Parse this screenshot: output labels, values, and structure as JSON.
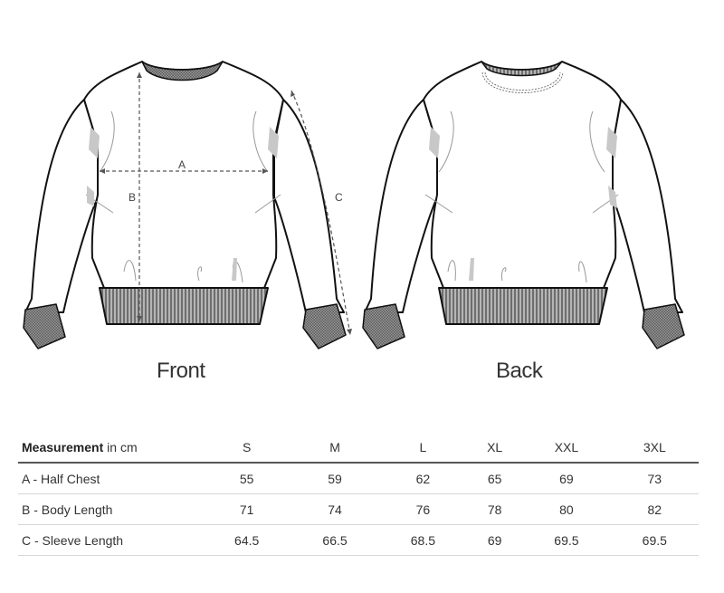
{
  "views": {
    "front_label": "Front",
    "back_label": "Back"
  },
  "dimensions": {
    "a": "A",
    "b": "B",
    "c": "C"
  },
  "table": {
    "header": {
      "measurement_bold": "Measurement",
      "measurement_unit": " in cm",
      "sizes": [
        "S",
        "M",
        "L",
        "XL",
        "XXL",
        "3XL"
      ]
    },
    "rows": [
      {
        "label": "A - Half Chest",
        "values": [
          "55",
          "59",
          "62",
          "65",
          "69",
          "73"
        ]
      },
      {
        "label": "B - Body Length",
        "values": [
          "71",
          "74",
          "76",
          "78",
          "80",
          "82"
        ]
      },
      {
        "label": "C - Sleeve Length",
        "values": [
          "64.5",
          "66.5",
          "68.5",
          "69",
          "69.5",
          "69.5"
        ]
      }
    ]
  },
  "colors": {
    "outline": "#111111",
    "rib": "#8a8a8a",
    "shade": "#c8c8c8",
    "text": "#333333",
    "rule_dark": "#555555",
    "rule_light": "#d7d7d7"
  }
}
